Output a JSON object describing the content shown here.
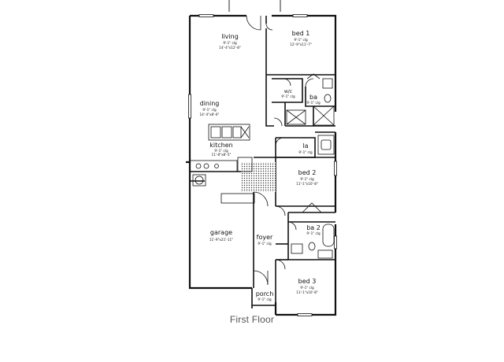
{
  "floor_label": "First Floor",
  "rooms": {
    "living": {
      "name": "living",
      "dim1": "9'-1\" clg",
      "dim2": "14'-4\"x12'-8\""
    },
    "bed1": {
      "name": "bed 1",
      "dim1": "9'-1\" clg",
      "dim2": "12'-9\"x11'-7\""
    },
    "wic": {
      "name": "w/c",
      "dim1": "9'-1\" clg"
    },
    "ba1": {
      "name": "ba",
      "dim1": "9'-1\" clg"
    },
    "dining": {
      "name": "dining",
      "dim1": "9'-1\" clg",
      "dim2": "14'-4\"x8'-6\""
    },
    "la": {
      "name": "la",
      "dim1": "9'-1\" clg"
    },
    "kitchen": {
      "name": "kitchen",
      "dim1": "9'-1\" clg",
      "dim2": "11'-8\"x8'-5\""
    },
    "bed2": {
      "name": "bed 2",
      "dim1": "9'-1\" clg",
      "dim2": "11'-1\"x10'-8\""
    },
    "ba2": {
      "name": "ba 2",
      "dim1": "9'-1\" clg"
    },
    "garage": {
      "name": "garage",
      "dim1": "11'-9\"x21'-11\""
    },
    "foyer": {
      "name": "foyer",
      "dim1": "9'-1\" clg"
    },
    "bed3": {
      "name": "bed 3",
      "dim1": "9'-1\" clg",
      "dim2": "11'-1\"x10'-8\""
    },
    "porch": {
      "name": "porch",
      "dim1": "9'-1\" clg"
    }
  }
}
